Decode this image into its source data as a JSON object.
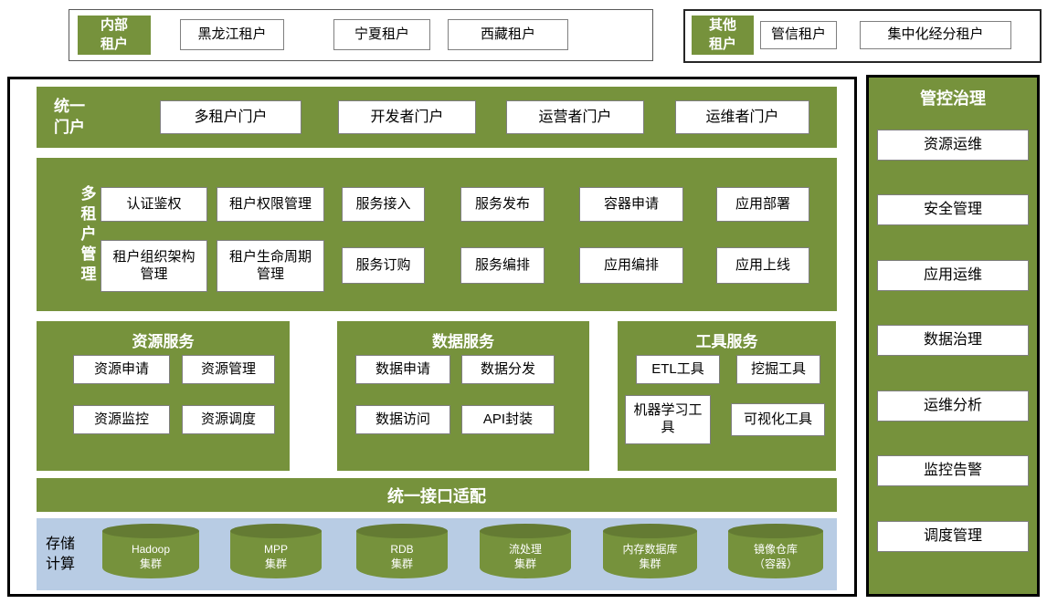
{
  "colors": {
    "olive": "#76923C",
    "olive_dark": "#647B33",
    "light_blue": "#B8CCE4"
  },
  "top_row": {
    "internal": {
      "label": "内部\n租户",
      "tenants": [
        "黑龙江租户",
        "宁夏租户",
        "西藏租户"
      ]
    },
    "other": {
      "label": "其他\n租户",
      "tenants": [
        "管信租户",
        "集中化经分租户"
      ]
    }
  },
  "portal": {
    "label": "统一\n门户",
    "items": [
      "多租户门户",
      "开发者门户",
      "运营者门户",
      "运维者门户"
    ]
  },
  "tenant_mgmt": {
    "label": "多\n租\n户\n管\n理",
    "row1": [
      "认证鉴权",
      "租户权限管理",
      "服务接入",
      "服务发布",
      "容器申请",
      "应用部署"
    ],
    "row2": [
      "租户组织架构\n管理",
      "租户生命周期\n管理",
      "服务订购",
      "服务编排",
      "应用编排",
      "应用上线"
    ]
  },
  "services": {
    "resource": {
      "title": "资源服务",
      "items": [
        "资源申请",
        "资源管理",
        "资源监控",
        "资源调度"
      ]
    },
    "data": {
      "title": "数据服务",
      "items": [
        "数据申请",
        "数据分发",
        "数据访问",
        "API封装"
      ]
    },
    "tool": {
      "title": "工具服务",
      "items": [
        "ETL工具",
        "挖掘工具",
        "机器学习工\n具",
        "可视化工具"
      ]
    }
  },
  "adapter": {
    "label": "统一接口适配"
  },
  "storage": {
    "label": "存储\n计算",
    "clusters": [
      "Hadoop\n集群",
      "MPP\n集群",
      "RDB\n集群",
      "流处理\n集群",
      "内存数据库\n集群",
      "镜像仓库\n（容器）"
    ]
  },
  "governance": {
    "title": "管控治理",
    "items": [
      "资源运维",
      "安全管理",
      "应用运维",
      "数据治理",
      "运维分析",
      "监控告警",
      "调度管理"
    ]
  }
}
